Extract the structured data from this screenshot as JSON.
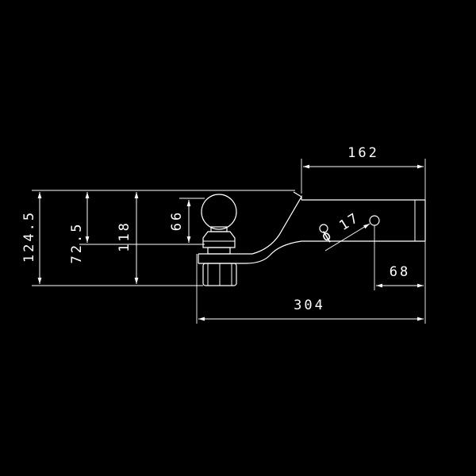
{
  "drawing": {
    "background": "#000000",
    "line_color": "#ffffff",
    "dimensions": {
      "top_width": "162",
      "total_length": "304",
      "right_offset": "68",
      "hole_diameter": "ϕ 17",
      "total_height": "124.5",
      "ball_height": "72.5",
      "height_118": "118",
      "ball_dim": "66"
    }
  }
}
